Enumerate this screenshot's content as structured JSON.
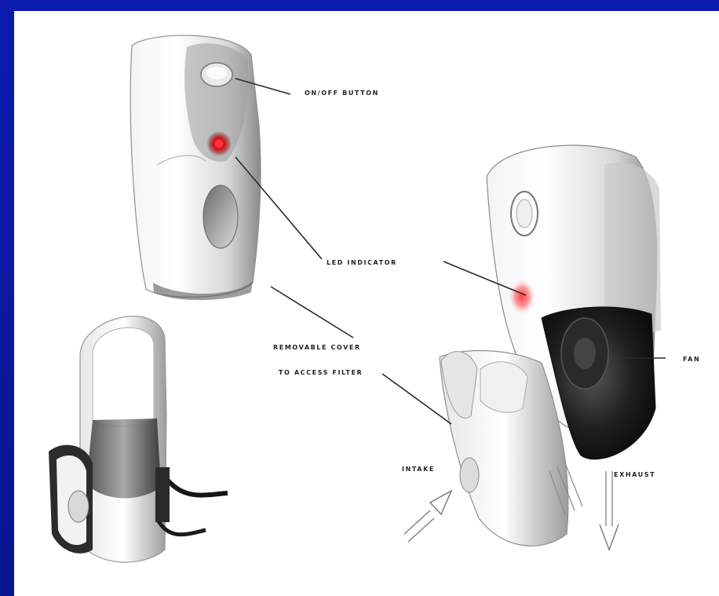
{
  "labels": {
    "on_off_button": "ON/OFF BUTTON",
    "led_indicator": "LED INDICATOR",
    "removable_cover_line1": "REMOVABLE COVER",
    "removable_cover_line2": "TO ACCESS FILTER",
    "fan": "FAN",
    "intake": "INTAKE",
    "exhaust": "EXHAUST"
  },
  "colors": {
    "frame": "#0a1a9c",
    "led": "#e0141e",
    "body_shade": "#bdbdbd"
  }
}
